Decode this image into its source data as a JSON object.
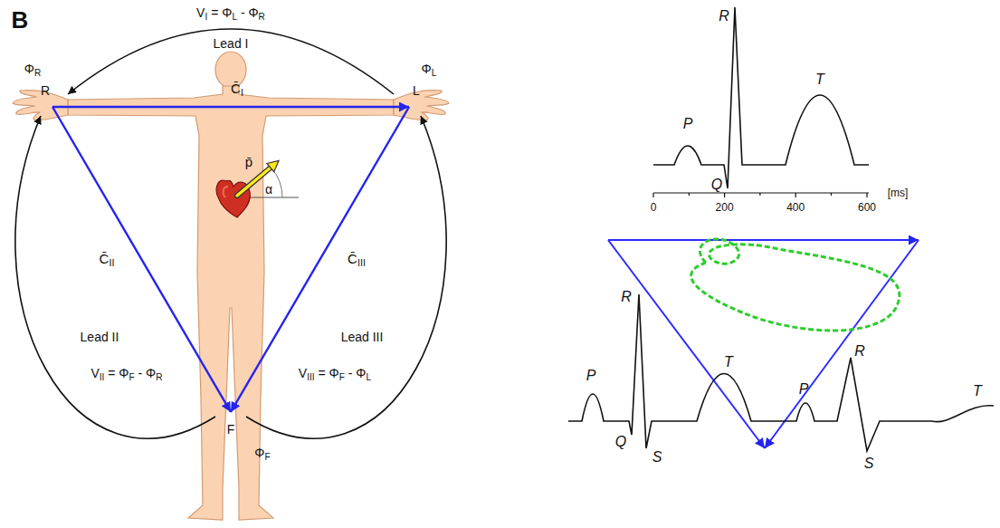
{
  "diagram": {
    "labels": [
      "B",
      "VI = ΦL - ΦR",
      "Lead I",
      "ΦR",
      "R",
      "ΦL",
      "L",
      "C̄I",
      "p̄",
      "α",
      "C̄II",
      "C̄III",
      "Lead II",
      "VII = ΦF - ΦR",
      "Lead III",
      "VIII = ΦF - ΦL",
      "F",
      "ΦF",
      "R",
      "P",
      "Q",
      "T",
      "0",
      "200",
      "400",
      "600",
      "[ms]",
      "R",
      "P",
      "Q",
      "S",
      "T",
      "P",
      "R",
      "S",
      "T"
    ]
  }
}
